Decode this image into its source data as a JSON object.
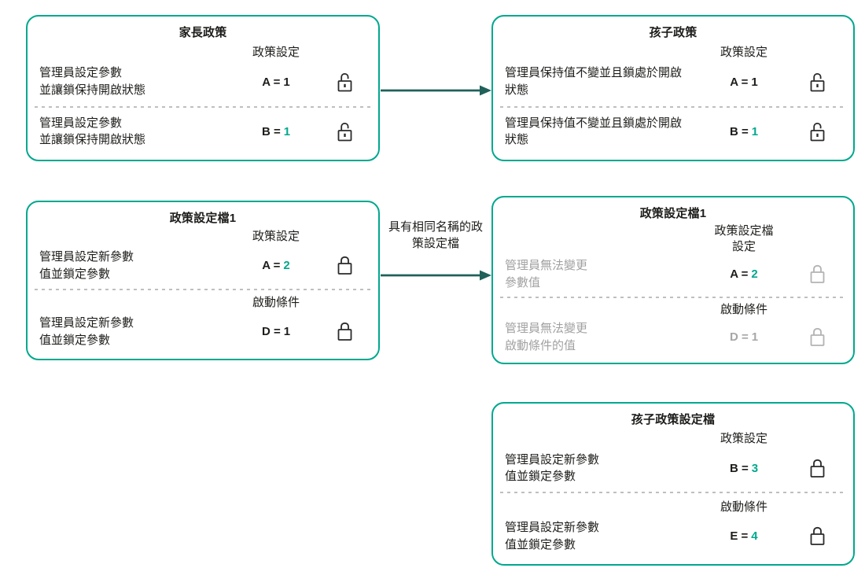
{
  "colors": {
    "box_border": "#00a88e",
    "accent_value": "#00a88e",
    "arrow": "#20615a",
    "disabled_text": "#a1a1a1",
    "text": "#1d1d1b"
  },
  "icons": {
    "open_lock": "open-lock-icon",
    "closed_lock": "closed-lock-icon"
  },
  "arrow_label": "具有相同名稱的政\n策設定檔",
  "boxes": [
    {
      "title": "家長政策",
      "rows": [
        {
          "subheader": "政策設定",
          "desc": "管理員設定參數\n並讓鎖保持開啟狀態",
          "param": "A =",
          "value": "1",
          "lock": "open"
        },
        {
          "desc": "管理員設定參數\n並讓鎖保持開啟狀態",
          "param": "B =",
          "value": "1",
          "lock": "open"
        }
      ]
    },
    {
      "title": "孩子政策",
      "rows": [
        {
          "subheader": "政策設定",
          "desc": "管理員保持值不變並且鎖處於開啟\n狀態",
          "param": "A =",
          "value": "1",
          "lock": "open"
        },
        {
          "desc": "管理員保持值不變並且鎖處於開啟\n狀態",
          "param": "B =",
          "value": "1",
          "lock": "open"
        }
      ]
    },
    {
      "title": "政策設定檔1",
      "rows": [
        {
          "subheader": "政策設定",
          "desc": "管理員設定新參數\n值並鎖定參數",
          "param": "A =",
          "value": "2",
          "lock": "closed"
        },
        {
          "subheader": "啟動條件",
          "desc": "管理員設定新參數\n值並鎖定參數",
          "param": "D =",
          "value": "1",
          "lock": "closed"
        }
      ]
    },
    {
      "title": "政策設定檔1",
      "rows": [
        {
          "subheader": "政策設定檔\n設定",
          "desc": "管理員無法變更\n參數值",
          "param": "A =",
          "value": "2",
          "lock": "closed"
        },
        {
          "subheader": "啟動條件",
          "desc": "管理員無法變更\n啟動條件的值",
          "param": "D =",
          "value": "1",
          "lock": "closed"
        }
      ]
    },
    {
      "title": "孩子政策設定檔",
      "rows": [
        {
          "subheader": "政策設定",
          "desc": "管理員設定新參數\n值並鎖定參數",
          "param": "B =",
          "value": "3",
          "lock": "closed"
        },
        {
          "subheader": "啟動條件",
          "desc": "管理員設定新參數\n值並鎖定參數",
          "param": "E =",
          "value": "4",
          "lock": "closed"
        }
      ]
    }
  ]
}
